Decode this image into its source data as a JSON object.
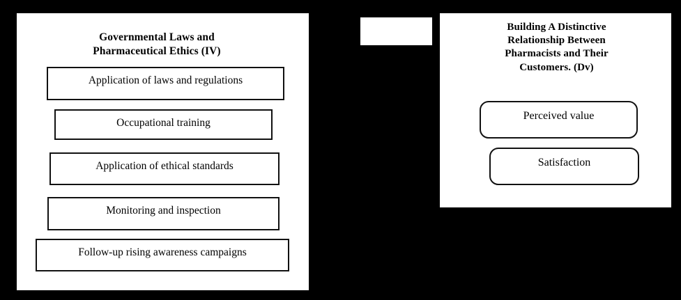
{
  "diagram": {
    "background_color": "#000000",
    "panel_color": "#ffffff",
    "border_color": "#111111",
    "left_panel": {
      "title": "Governmental Laws and Pharmaceutical Ethics (IV)",
      "title_line_1": "Governmental Laws and",
      "title_line_2": "Pharmaceutical Ethics (IV)",
      "role": "independent-variable",
      "items": [
        {
          "label": "Application of laws and regulations",
          "shape": "rectangle"
        },
        {
          "label": "Occupational training",
          "shape": "rectangle"
        },
        {
          "label": "Application of ethical standards",
          "shape": "rectangle"
        },
        {
          "label": "Monitoring and inspection",
          "shape": "rectangle"
        },
        {
          "label": "Follow-up rising awareness campaigns",
          "shape": "rectangle"
        }
      ]
    },
    "right_panel": {
      "title": "Building A Distinctive Relationship Between Pharmacists and Their Customers. (Dv)",
      "title_line_1": "Building A Distinctive",
      "title_line_2": "Relationship Between",
      "title_line_3": "Pharmacists and Their",
      "title_line_4": "Customers. (Dv)",
      "role": "dependent-variable",
      "items": [
        {
          "label": "Perceived value",
          "shape": "rounded-rectangle"
        },
        {
          "label": "Satisfaction",
          "shape": "rounded-rectangle"
        }
      ]
    },
    "blank_box": {
      "label": ""
    }
  }
}
